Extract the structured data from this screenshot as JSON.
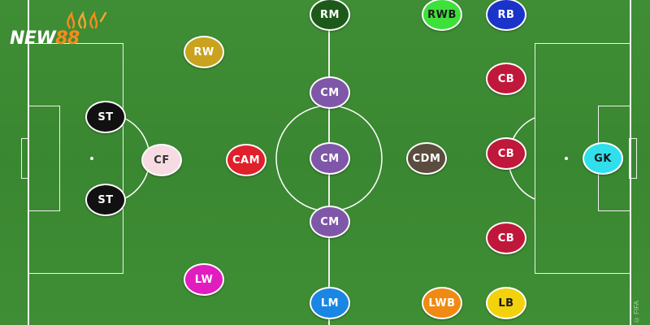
{
  "logo": {
    "part1": "NEW",
    "part2": "88",
    "icon": "flame-icon"
  },
  "watermark": "© FIFA",
  "colors": {
    "pitch": "#3c8a33",
    "lines": "#ffffff",
    "logo_white": "#ffffff",
    "logo_orange": "#ff8a1a"
  },
  "players": [
    {
      "id": "st-top",
      "label": "ST",
      "bg": "#111111",
      "fg": "#ffffff"
    },
    {
      "id": "st-bottom",
      "label": "ST",
      "bg": "#111111",
      "fg": "#ffffff"
    },
    {
      "id": "cf",
      "label": "CF",
      "bg": "#f6dbe3",
      "fg": "#333333"
    },
    {
      "id": "rw",
      "label": "RW",
      "bg": "#c9a21e",
      "fg": "#ffffff"
    },
    {
      "id": "lw",
      "label": "LW",
      "bg": "#e11dbf",
      "fg": "#ffffff"
    },
    {
      "id": "cam",
      "label": "CAM",
      "bg": "#e0202a",
      "fg": "#ffffff"
    },
    {
      "id": "rm",
      "label": "RM",
      "bg": "#1d5a1a",
      "fg": "#ffffff"
    },
    {
      "id": "cm-top",
      "label": "CM",
      "bg": "#7e57a8",
      "fg": "#ffffff"
    },
    {
      "id": "cm-mid",
      "label": "CM",
      "bg": "#7e57a8",
      "fg": "#ffffff"
    },
    {
      "id": "cm-bottom",
      "label": "CM",
      "bg": "#7e57a8",
      "fg": "#ffffff"
    },
    {
      "id": "lm",
      "label": "LM",
      "bg": "#1a86e4",
      "fg": "#ffffff"
    },
    {
      "id": "rwb",
      "label": "RWB",
      "bg": "#3ee03a",
      "fg": "#1a1a1a"
    },
    {
      "id": "rb",
      "label": "RB",
      "bg": "#1a33c9",
      "fg": "#ffffff"
    },
    {
      "id": "cdm",
      "label": "CDM",
      "bg": "#5a4c3e",
      "fg": "#ffffff"
    },
    {
      "id": "lwb",
      "label": "LWB",
      "bg": "#f08a12",
      "fg": "#ffffff"
    },
    {
      "id": "lb",
      "label": "LB",
      "bg": "#f2d20c",
      "fg": "#1a1a1a"
    },
    {
      "id": "cb-top",
      "label": "CB",
      "bg": "#c0183a",
      "fg": "#ffffff"
    },
    {
      "id": "cb-mid",
      "label": "CB",
      "bg": "#c0183a",
      "fg": "#ffffff"
    },
    {
      "id": "cb-bottom",
      "label": "CB",
      "bg": "#c0183a",
      "fg": "#ffffff"
    },
    {
      "id": "gk",
      "label": "GK",
      "bg": "#2fe0ec",
      "fg": "#1a1a1a"
    }
  ]
}
